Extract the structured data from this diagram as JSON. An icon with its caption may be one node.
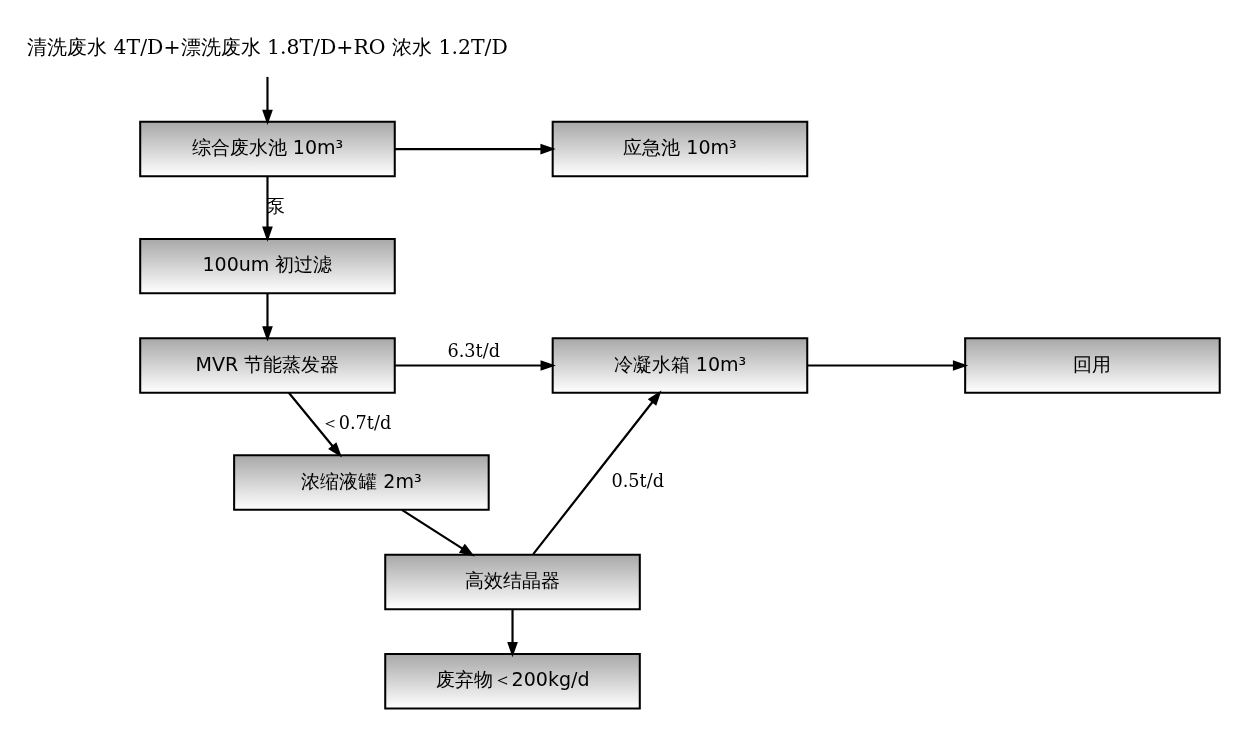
{
  "diagram": {
    "nodes": [
      {
        "text": [
          "清洗废水 4T/D+漂洗废水 1.8T/D+RO 浓水 1.2T/D"
        ]
      },
      {
        "text": [
          "综合废水池 10m³"
        ]
      },
      {
        "text": [
          "应急池 10m³"
        ]
      },
      {
        "text": [
          "100um 初过滤"
        ]
      },
      {
        "text": [
          "MVR 节能蒸发器"
        ]
      },
      {
        "text": [
          "冷凝水箱 10m³"
        ]
      },
      {
        "text": [
          "回用"
        ]
      },
      {
        "text": [
          "浓缩液罐 2m³"
        ]
      },
      {
        "text": [
          "高效结晶器"
        ]
      },
      {
        "text": [
          "废弃物＜200kg/d"
        ]
      }
    ],
    "edges": [
      {
        "from": 0,
        "to": 1,
        "arrow": "to"
      },
      {
        "from": 1,
        "to": 2,
        "arrow": "to"
      },
      {
        "from": 1,
        "to": 3,
        "label": "泵",
        "arrow": "to"
      },
      {
        "from": 3,
        "to": 4,
        "arrow": "to"
      },
      {
        "from": 4,
        "to": 5,
        "label": "6.3t/d",
        "arrow": "to"
      },
      {
        "from": 4,
        "to": 7,
        "label": "＜0.7t/d",
        "arrow": "to"
      },
      {
        "from": 7,
        "to": 8,
        "arrow": "to"
      },
      {
        "from": 8,
        "to": 5,
        "label": "0.5t/d",
        "arrow": "to"
      },
      {
        "from": 8,
        "to": 9,
        "arrow": "to"
      },
      {
        "from": 5,
        "to": 6,
        "arrow": "to"
      }
    ]
  }
}
